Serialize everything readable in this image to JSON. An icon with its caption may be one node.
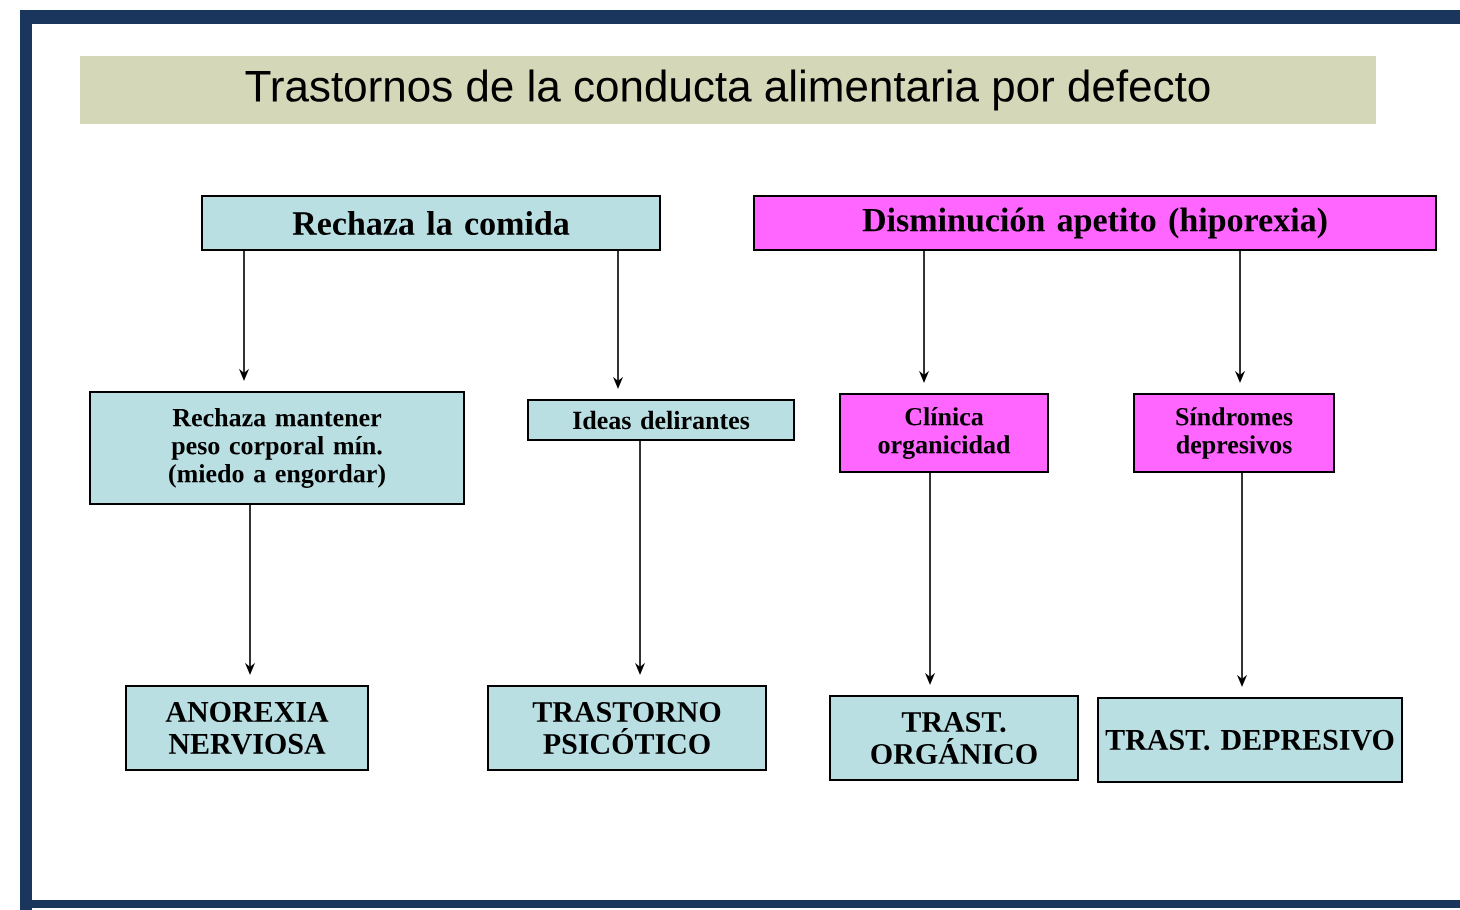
{
  "diagram": {
    "title": "Trastornos de la conducta alimentaria por defecto",
    "nodes": [
      {
        "text": [
          "Rechaza la comida"
        ]
      },
      {
        "text": [
          "Disminución apetito (hiporexia)"
        ]
      },
      {
        "text": [
          "Rechaza mantener peso corporal mín. (miedo a engordar)"
        ]
      },
      {
        "text": [
          "Ideas delirantes"
        ]
      },
      {
        "text": [
          "Clínica organicidad"
        ]
      },
      {
        "text": [
          "Síndromes depresivos"
        ]
      },
      {
        "text": [
          "ANOREXIA NERVIOSA"
        ]
      },
      {
        "text": [
          "TRASTORNO PSICÓTICO"
        ]
      },
      {
        "text": [
          "TRAST. ORGÁNICO"
        ]
      },
      {
        "text": [
          "TRAST. DEPRESIVO"
        ]
      }
    ],
    "edges": [
      {
        "from": 0,
        "to": 2,
        "arrow": "to"
      },
      {
        "from": 0,
        "to": 3,
        "arrow": "to"
      },
      {
        "from": 1,
        "to": 4,
        "arrow": "to"
      },
      {
        "from": 1,
        "to": 5,
        "arrow": "to"
      },
      {
        "from": 2,
        "to": 6,
        "arrow": "to"
      },
      {
        "from": 3,
        "to": 7,
        "arrow": "to"
      },
      {
        "from": 4,
        "to": 8,
        "arrow": "to"
      },
      {
        "from": 5,
        "to": 9,
        "arrow": "to"
      }
    ]
  }
}
